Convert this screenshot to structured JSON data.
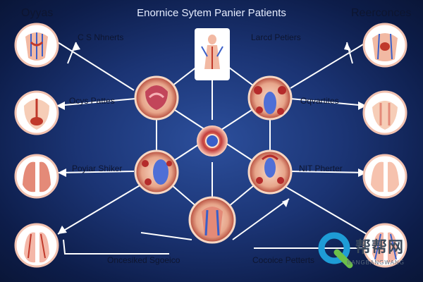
{
  "title": "Enornice Sytem Panier Patients",
  "labels": {
    "top_left": "Oyyas",
    "top_right": "Reerconces",
    "cs_nhnerts": "C S Nhnerts",
    "oycys_pattes": "Ocys Pattes",
    "poyiar_shiker": "Poyiar Shiker",
    "oncesiked_sgoeico": "Oncesiked Sgoeico",
    "larcd_petiers": "Larcd Petiers",
    "oqvartites": "Oqvartites",
    "nit_pherter": "NIT Pherter",
    "ocooice_petterts": "Cocoice Petterts"
  },
  "watermark": {
    "main": "帮帮网",
    "sub": "BANGBANGWANG"
  },
  "colors": {
    "background": "#1b3474",
    "accent_red": "#c0392b",
    "organ_pink": "#f2b9a3",
    "vessel_blue": "#3a5fc8"
  }
}
